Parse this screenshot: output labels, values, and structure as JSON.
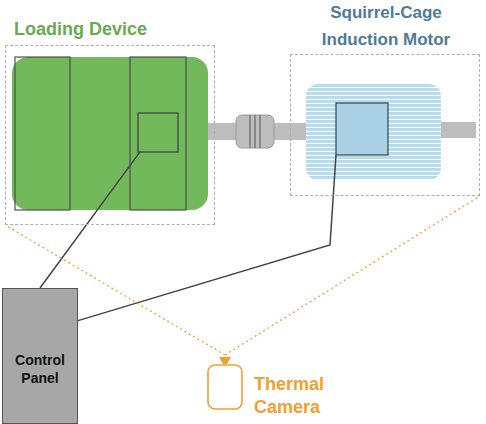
{
  "diagram": {
    "nodes": [
      {
        "text": [
          "Loading Device"
        ]
      },
      {
        "text": [
          "Squirrel-Cage Induction Motor"
        ]
      },
      {
        "text": [
          "Control Panel"
        ]
      },
      {
        "text": [
          "Thermal Camera"
        ]
      }
    ],
    "edges": [
      {
        "from": 2,
        "to": 0,
        "arrow": "none"
      },
      {
        "from": 2,
        "to": 1,
        "arrow": "none"
      },
      {
        "from": 3,
        "to": 0,
        "arrow": "none"
      },
      {
        "from": 3,
        "to": 1,
        "arrow": "none"
      }
    ]
  }
}
